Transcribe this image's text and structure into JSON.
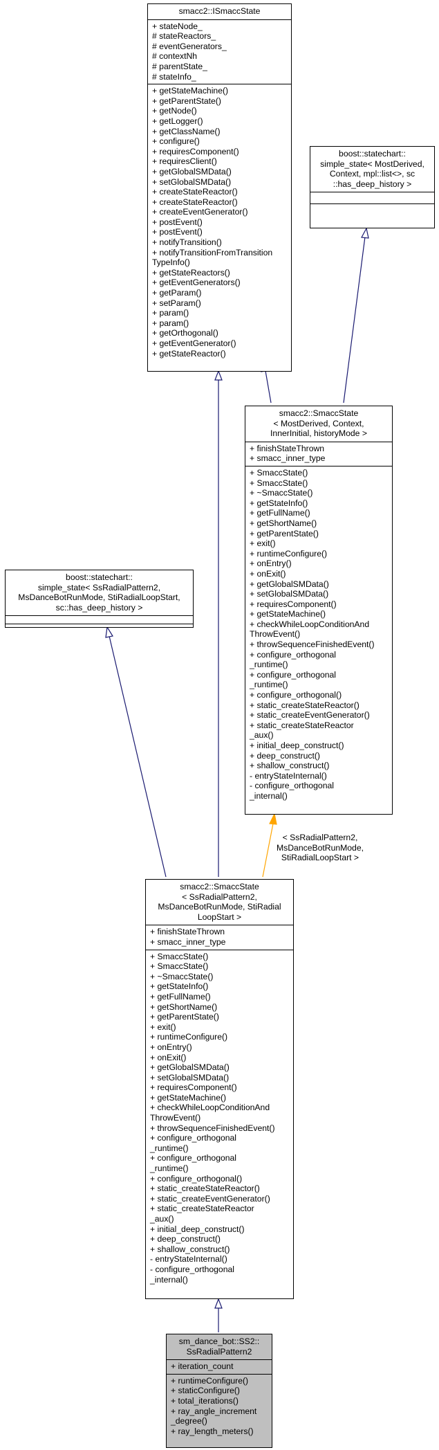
{
  "classes": {
    "ismacc": {
      "title": [
        "smacc2::ISmaccState"
      ],
      "attributes": [
        "+ stateNode_",
        "# stateReactors_",
        "# eventGenerators_",
        "# contextNh",
        "# parentState_",
        "# stateInfo_"
      ],
      "methods": [
        "+ getStateMachine()",
        "+ getParentState()",
        "+ getNode()",
        "+ getLogger()",
        "+ getClassName()",
        "+ configure()",
        "+ requiresComponent()",
        "+ requiresClient()",
        "+ getGlobalSMData()",
        "+ setGlobalSMData()",
        "+ createStateReactor()",
        "+ createStateReactor()",
        "+ createEventGenerator()",
        "+ postEvent()",
        "+ postEvent()",
        "+ notifyTransition()",
        "+ notifyTransitionFromTransition",
        "TypeInfo()",
        "+ getStateReactors()",
        "+ getEventGenerators()",
        "+ getParam()",
        "+ setParam()",
        "+ param()",
        "+ param()",
        "+ getOrthogonal()",
        "+ getEventGenerator()",
        "+ getStateReactor()"
      ]
    },
    "boost_simple_generic": {
      "title": [
        "boost::statechart::",
        "simple_state< MostDerived,",
        "Context, mpl::list<>, sc",
        "::has_deep_history >"
      ],
      "attributes": [],
      "methods": []
    },
    "smacc_template": {
      "title": [
        "smacc2::SmaccState",
        "< MostDerived, Context,",
        "InnerInitial, historyMode >"
      ],
      "attributes": [
        "+ finishStateThrown",
        "+ smacc_inner_type"
      ],
      "methods": [
        "+ SmaccState()",
        "+ SmaccState()",
        "+ ~SmaccState()",
        "+ getStateInfo()",
        "+ getFullName()",
        "+ getShortName()",
        "+ getParentState()",
        "+ exit()",
        "+ runtimeConfigure()",
        "+ onEntry()",
        "+ onExit()",
        "+ getGlobalSMData()",
        "+ setGlobalSMData()",
        "+ requiresComponent()",
        "+ getStateMachine()",
        "+ checkWhileLoopConditionAnd",
        "ThrowEvent()",
        "+ throwSequenceFinishedEvent()",
        "+ configure_orthogonal",
        "_runtime()",
        "+ configure_orthogonal",
        "_runtime()",
        "+ configure_orthogonal()",
        "+ static_createStateReactor()",
        "+ static_createEventGenerator()",
        "+ static_createStateReactor",
        "_aux()",
        "+ initial_deep_construct()",
        "+ deep_construct()",
        "+ shallow_construct()",
        "- entryStateInternal()",
        "- configure_orthogonal",
        "_internal()"
      ]
    },
    "boost_simple_specific": {
      "title": [
        "boost::statechart::",
        "simple_state< SsRadialPattern2,",
        "MsDanceBotRunMode, StiRadialLoopStart,",
        "sc::has_deep_history >"
      ],
      "attributes": [],
      "methods": []
    },
    "smacc_specific": {
      "title": [
        "smacc2::SmaccState",
        "< SsRadialPattern2,",
        "MsDanceBotRunMode, StiRadial",
        "LoopStart >"
      ],
      "attributes": [
        "+ finishStateThrown",
        "+ smacc_inner_type"
      ],
      "methods": [
        "+ SmaccState()",
        "+ SmaccState()",
        "+ ~SmaccState()",
        "+ getStateInfo()",
        "+ getFullName()",
        "+ getShortName()",
        "+ getParentState()",
        "+ exit()",
        "+ runtimeConfigure()",
        "+ onEntry()",
        "+ onExit()",
        "+ getGlobalSMData()",
        "+ setGlobalSMData()",
        "+ requiresComponent()",
        "+ getStateMachine()",
        "+ checkWhileLoopConditionAnd",
        "ThrowEvent()",
        "+ throwSequenceFinishedEvent()",
        "+ configure_orthogonal",
        "_runtime()",
        "+ configure_orthogonal",
        "_runtime()",
        "+ configure_orthogonal()",
        "+ static_createStateReactor()",
        "+ static_createEventGenerator()",
        "+ static_createStateReactor",
        "_aux()",
        "+ initial_deep_construct()",
        "+ deep_construct()",
        "+ shallow_construct()",
        "- entryStateInternal()",
        "- configure_orthogonal",
        "_internal()"
      ]
    },
    "ss_radial": {
      "title": [
        "sm_dance_bot::SS2::",
        "SsRadialPattern2"
      ],
      "attributes": [
        "+ iteration_count"
      ],
      "methods": [
        "+ runtimeConfigure()",
        "+ staticConfigure()",
        "+ total_iterations()",
        "+ ray_angle_increment",
        "_degree()",
        "+ ray_length_meters()"
      ]
    }
  },
  "template_binding_label": [
    "< SsRadialPattern2,",
    "MsDanceBotRunMode,",
    "StiRadialLoopStart >"
  ],
  "colors": {
    "inherit_edge": "#191970",
    "template_edge": "#ffa500",
    "highlight_fill": "#bfbfbf"
  }
}
